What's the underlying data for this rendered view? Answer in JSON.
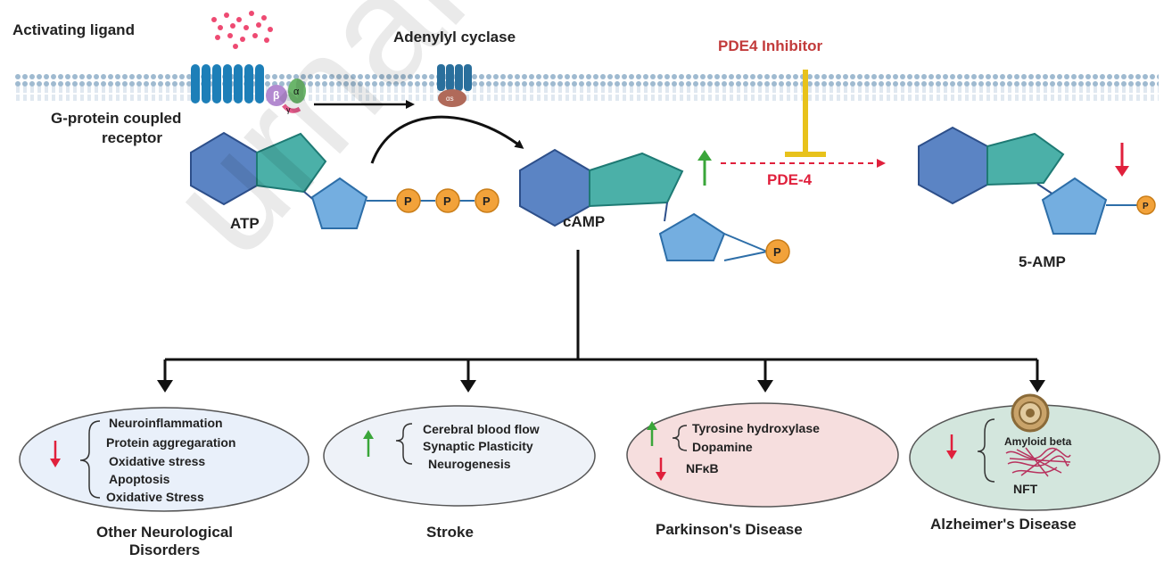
{
  "top_labels": {
    "activating_ligand": "Activating ligand",
    "adenylyl_cyclase": "Adenylyl cyclase",
    "pde4_inhibitor": "PDE4 Inhibitor",
    "gpcr_line1": "G-protein coupled",
    "gpcr_line2": "receptor",
    "pde4": "PDE-4",
    "atp": "ATP",
    "camp": "cAMP",
    "amp5": "5-AMP"
  },
  "subunits": {
    "beta": "β",
    "alpha": "α",
    "gamma": "γ",
    "alpha_s": "αs"
  },
  "phosphate": "P",
  "diseases": [
    {
      "title_line1": "Other Neurological",
      "title_line2": "Disorders",
      "items": [
        "Neuroinflammation",
        "Protein aggregaration",
        "Oxidative stress",
        "Apoptosis",
        "Oxidative Stress"
      ]
    },
    {
      "title_line1": "Stroke",
      "items": [
        "Cerebral blood flow",
        "Synaptic Plasticity",
        "Neurogenesis"
      ]
    },
    {
      "title_line1": "Parkinson's Disease",
      "items": [
        "Tyrosine hydroxylase",
        "Dopamine",
        "NFκB"
      ]
    },
    {
      "title_line1": "Alzheimer's Disease",
      "items": [
        "Amyloid beta",
        "NFT"
      ]
    }
  ],
  "watermark": "urnal Pre-p",
  "colors": {
    "hexagon": "#5b84c4",
    "pentagon_teal": "#4bb0a8",
    "pentagon_blue": "#74aee0",
    "phosphate": "#f2a23a",
    "receptor": "#1d7fb8",
    "membrane": "#a9c4d6",
    "inhibitor_bar": "#e8c21b",
    "arrow_up": "#3aa63a",
    "arrow_down": "#e0203c",
    "circle_other": "#e9f0fa",
    "circle_stroke": "#eef2f8",
    "circle_parkinson": "#f6dede",
    "circle_alzheimer": "#d3e6dd"
  }
}
